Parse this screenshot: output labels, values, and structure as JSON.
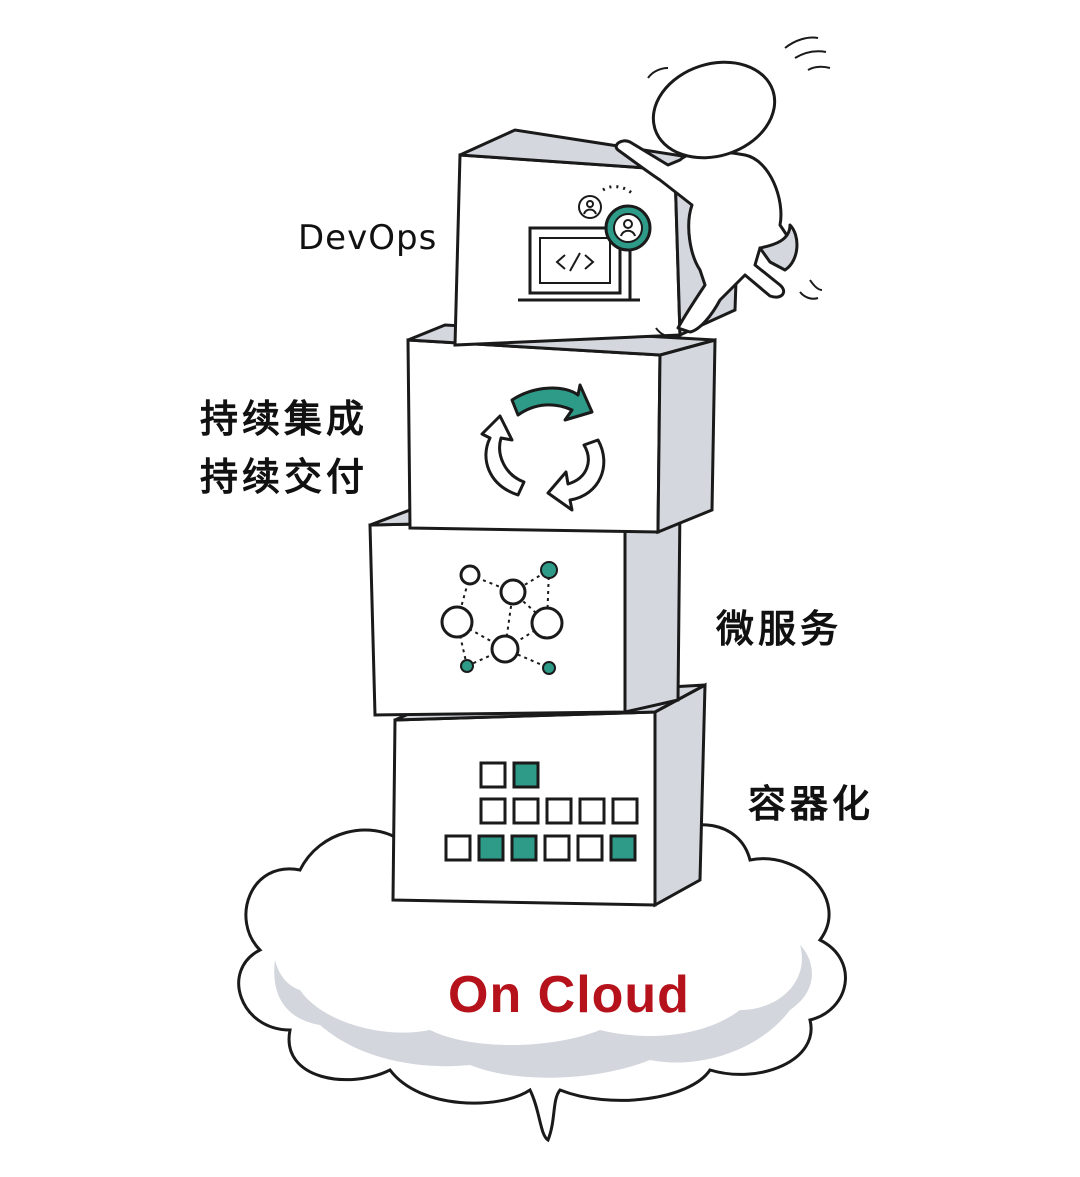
{
  "colors": {
    "accent": "#2e9a88",
    "cloud_text": "#b5121b",
    "cube_side": "#d4d8de",
    "cloud_shade": "#d3d6dc",
    "outline": "#1a1a1a"
  },
  "labels": {
    "devops": "DevOps",
    "ci": "持续集成",
    "cd": "持续交付",
    "microservices": "微服务",
    "containerization": "容器化",
    "cloud": "On Cloud"
  },
  "icons": {
    "devops_box": "laptop-code-with-people-icon",
    "ci_cd_box": "circular-arrows-icon",
    "microservices_box": "node-network-icon",
    "container_box": "container-grid-icon",
    "figure": "climbing-stick-figure"
  },
  "container_grid": {
    "rows": [
      [
        false,
        false,
        false,
        false,
        false,
        true,
        false
      ],
      [
        false,
        false,
        false,
        false,
        false,
        false,
        false
      ],
      [
        false,
        true,
        true,
        false,
        false,
        true,
        false
      ]
    ]
  }
}
